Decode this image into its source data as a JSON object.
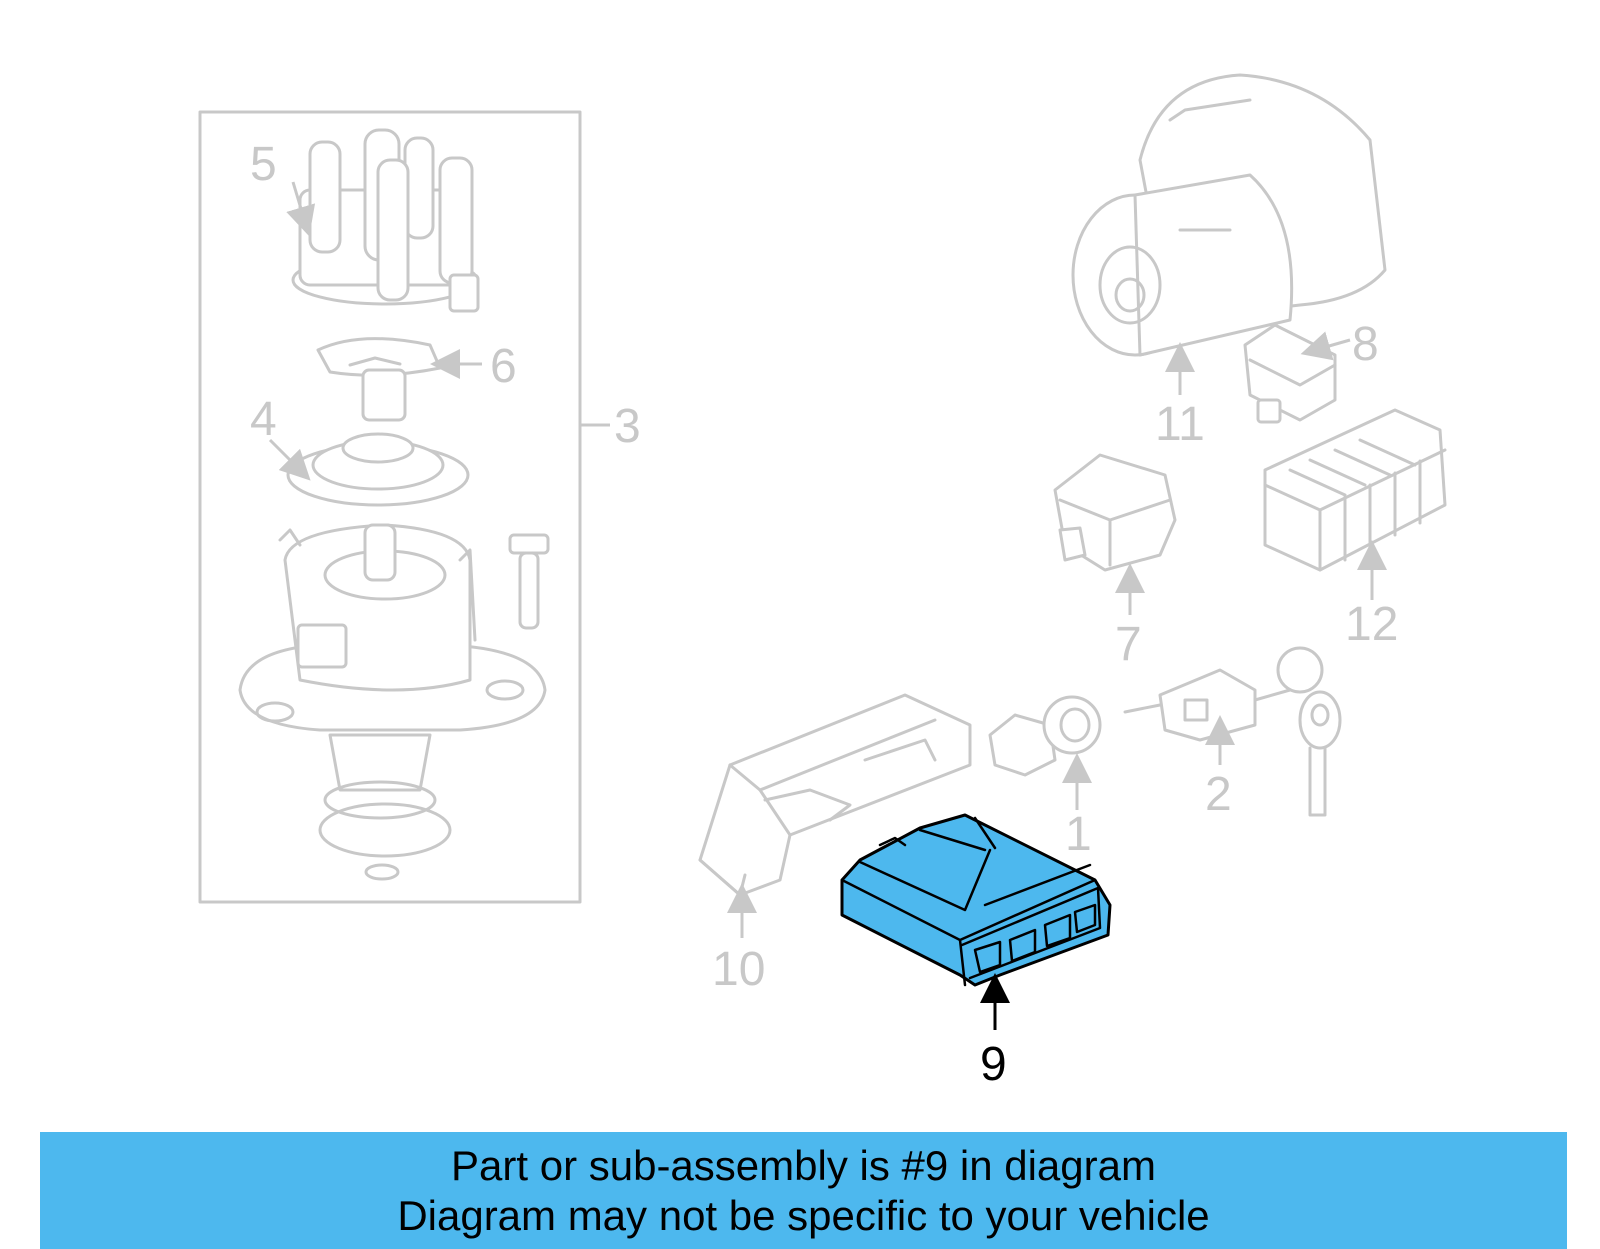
{
  "callouts": {
    "c1": "1",
    "c2": "2",
    "c3": "3",
    "c4": "4",
    "c5": "5",
    "c6": "6",
    "c7": "7",
    "c8": "8",
    "c9": "9",
    "c10": "10",
    "c11": "11",
    "c12": "12"
  },
  "highlighted_part": "9",
  "colors": {
    "highlight": "#4db8ee",
    "ghost_line": "#c8c8c8",
    "active_text": "#000000"
  },
  "caption": {
    "line1": "Part or sub-assembly is #9 in diagram",
    "line2": "Diagram may not be specific to your vehicle"
  }
}
